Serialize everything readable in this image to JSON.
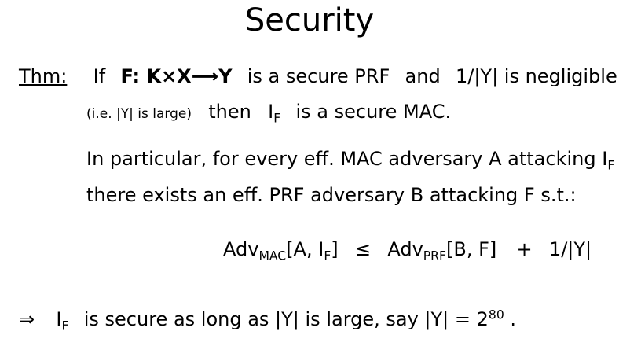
{
  "title": "Security",
  "theorem": {
    "label": "Thm:",
    "line1": {
      "if": "If",
      "prf_def": "F: K×X⟶Y",
      "is_prf": "is a secure PRF",
      "and": "and",
      "ratio": "1/|Y| is negligible"
    },
    "line2": {
      "ie": "(i.e.  |Y| is large)",
      "then": "then",
      "mac_base": "I",
      "mac_sub": "F",
      "is_mac": "is a secure MAC."
    },
    "para": {
      "line1_text": "In particular,  for every eff. MAC adversary A attacking I",
      "line1_sub": "F",
      "line2_text": "there exists an eff. PRF adversary B attacking F  s.t.:"
    },
    "formula": {
      "adv1": "Adv",
      "adv1_sub": "MAC",
      "args1_open": "[A, I",
      "args1_sub": "F",
      "args1_close": "]",
      "leq": "≤",
      "adv2": "Adv",
      "adv2_sub": "PRF",
      "args2": "[B, F]",
      "plus": "+",
      "tail": "1/|Y|"
    }
  },
  "conclusion": {
    "arrow": "⇒",
    "mac_base": "I",
    "mac_sub": "F",
    "text": "is secure as long as  |Y|  is large,   say  |Y| = 2",
    "exp": "80",
    "end": "."
  }
}
